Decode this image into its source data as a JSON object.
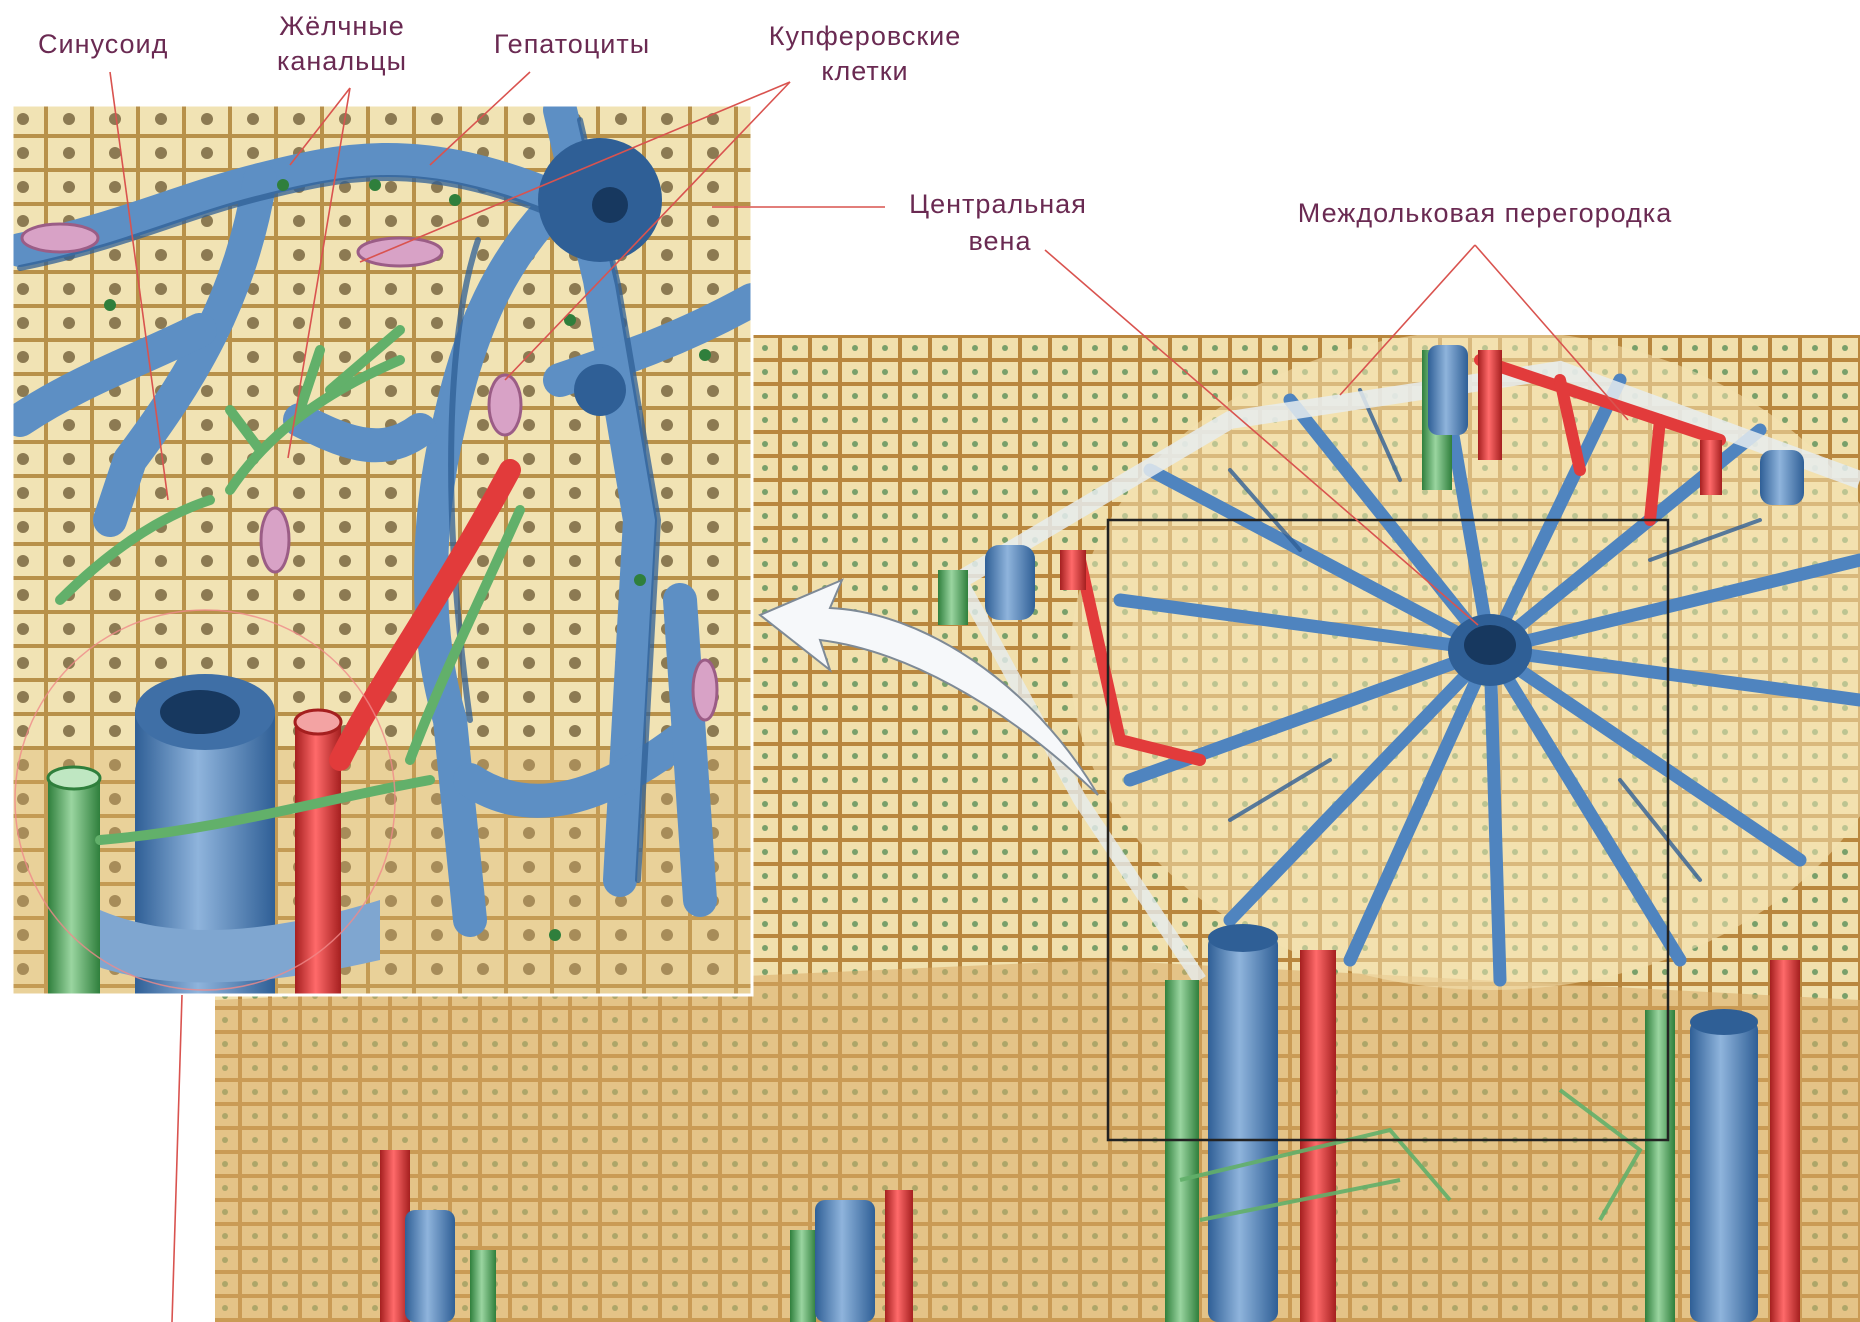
{
  "labels": {
    "sinusoid": "Синусоид",
    "bile_canaliculi_line1": "Жёлчные",
    "bile_canaliculi_line2": "канальцы",
    "hepatocytes": "Гепатоциты",
    "kupffer_line1": "Купферовские",
    "kupffer_line2": "клетки",
    "central_vein_line1": "Центральная",
    "central_vein_line2": "вена",
    "interlobular_septum": "Междольковая перегородка"
  },
  "colors": {
    "label_text": "#6a2a52",
    "leader_line": "#d9534f",
    "hepatocyte_fill": "#f1e3b4",
    "parenchyma_bg": "#e7c88c",
    "sinusoid_blue": "#5d8fc4",
    "sinusoid_dark": "#2f5f96",
    "artery_red": "#e23b3b",
    "bile_green": "#62b06a",
    "kupffer_pink": "#d8a2c6",
    "nucleus": "#8c7a52"
  }
}
